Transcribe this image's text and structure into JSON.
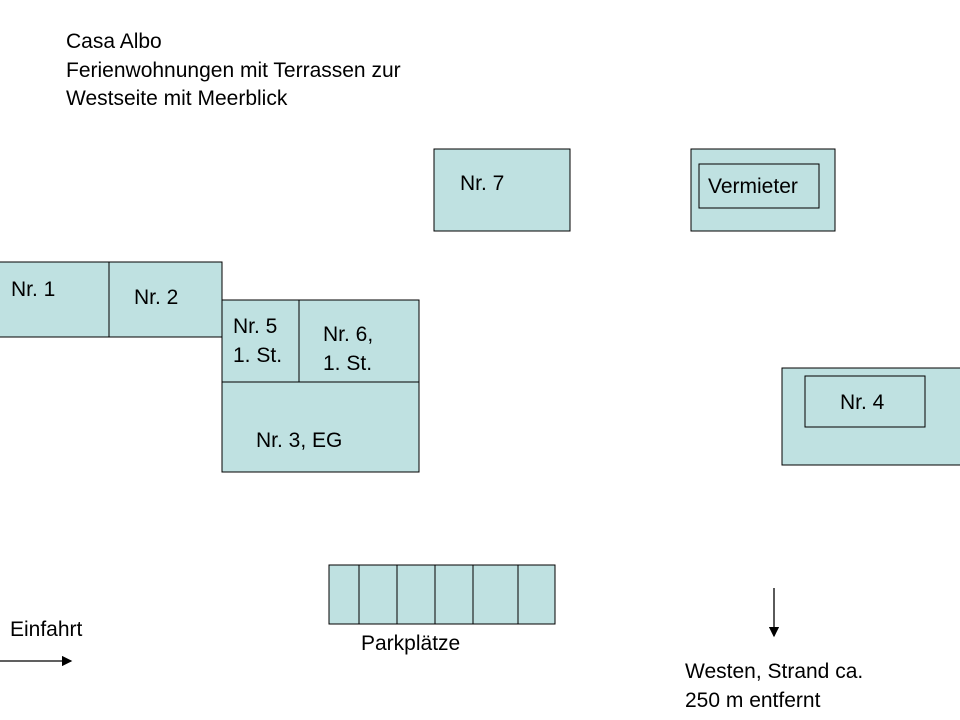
{
  "title": {
    "line1": "Casa Albo",
    "line2": "Ferienwohnungen mit Terrassen zur",
    "line3": "Westseite mit Meerblick"
  },
  "units": {
    "nr7": "Nr. 7",
    "vermieter": "Vermieter",
    "nr1": "Nr. 1",
    "nr2": "Nr. 2",
    "nr5_line1": "Nr. 5",
    "nr5_line2": "1. St.",
    "nr6_line1": "Nr. 6,",
    "nr6_line2": "1. St.",
    "nr3": "Nr. 3, EG",
    "nr4": "Nr. 4"
  },
  "parking": {
    "label": "Parkplätze",
    "spaces": 6
  },
  "entrance": {
    "label": "Einfahrt"
  },
  "direction": {
    "line1": "Westen, Strand ca.",
    "line2": "250 m entfernt"
  },
  "colors": {
    "building_fill": "#bfe1e1",
    "stroke": "#000000"
  }
}
